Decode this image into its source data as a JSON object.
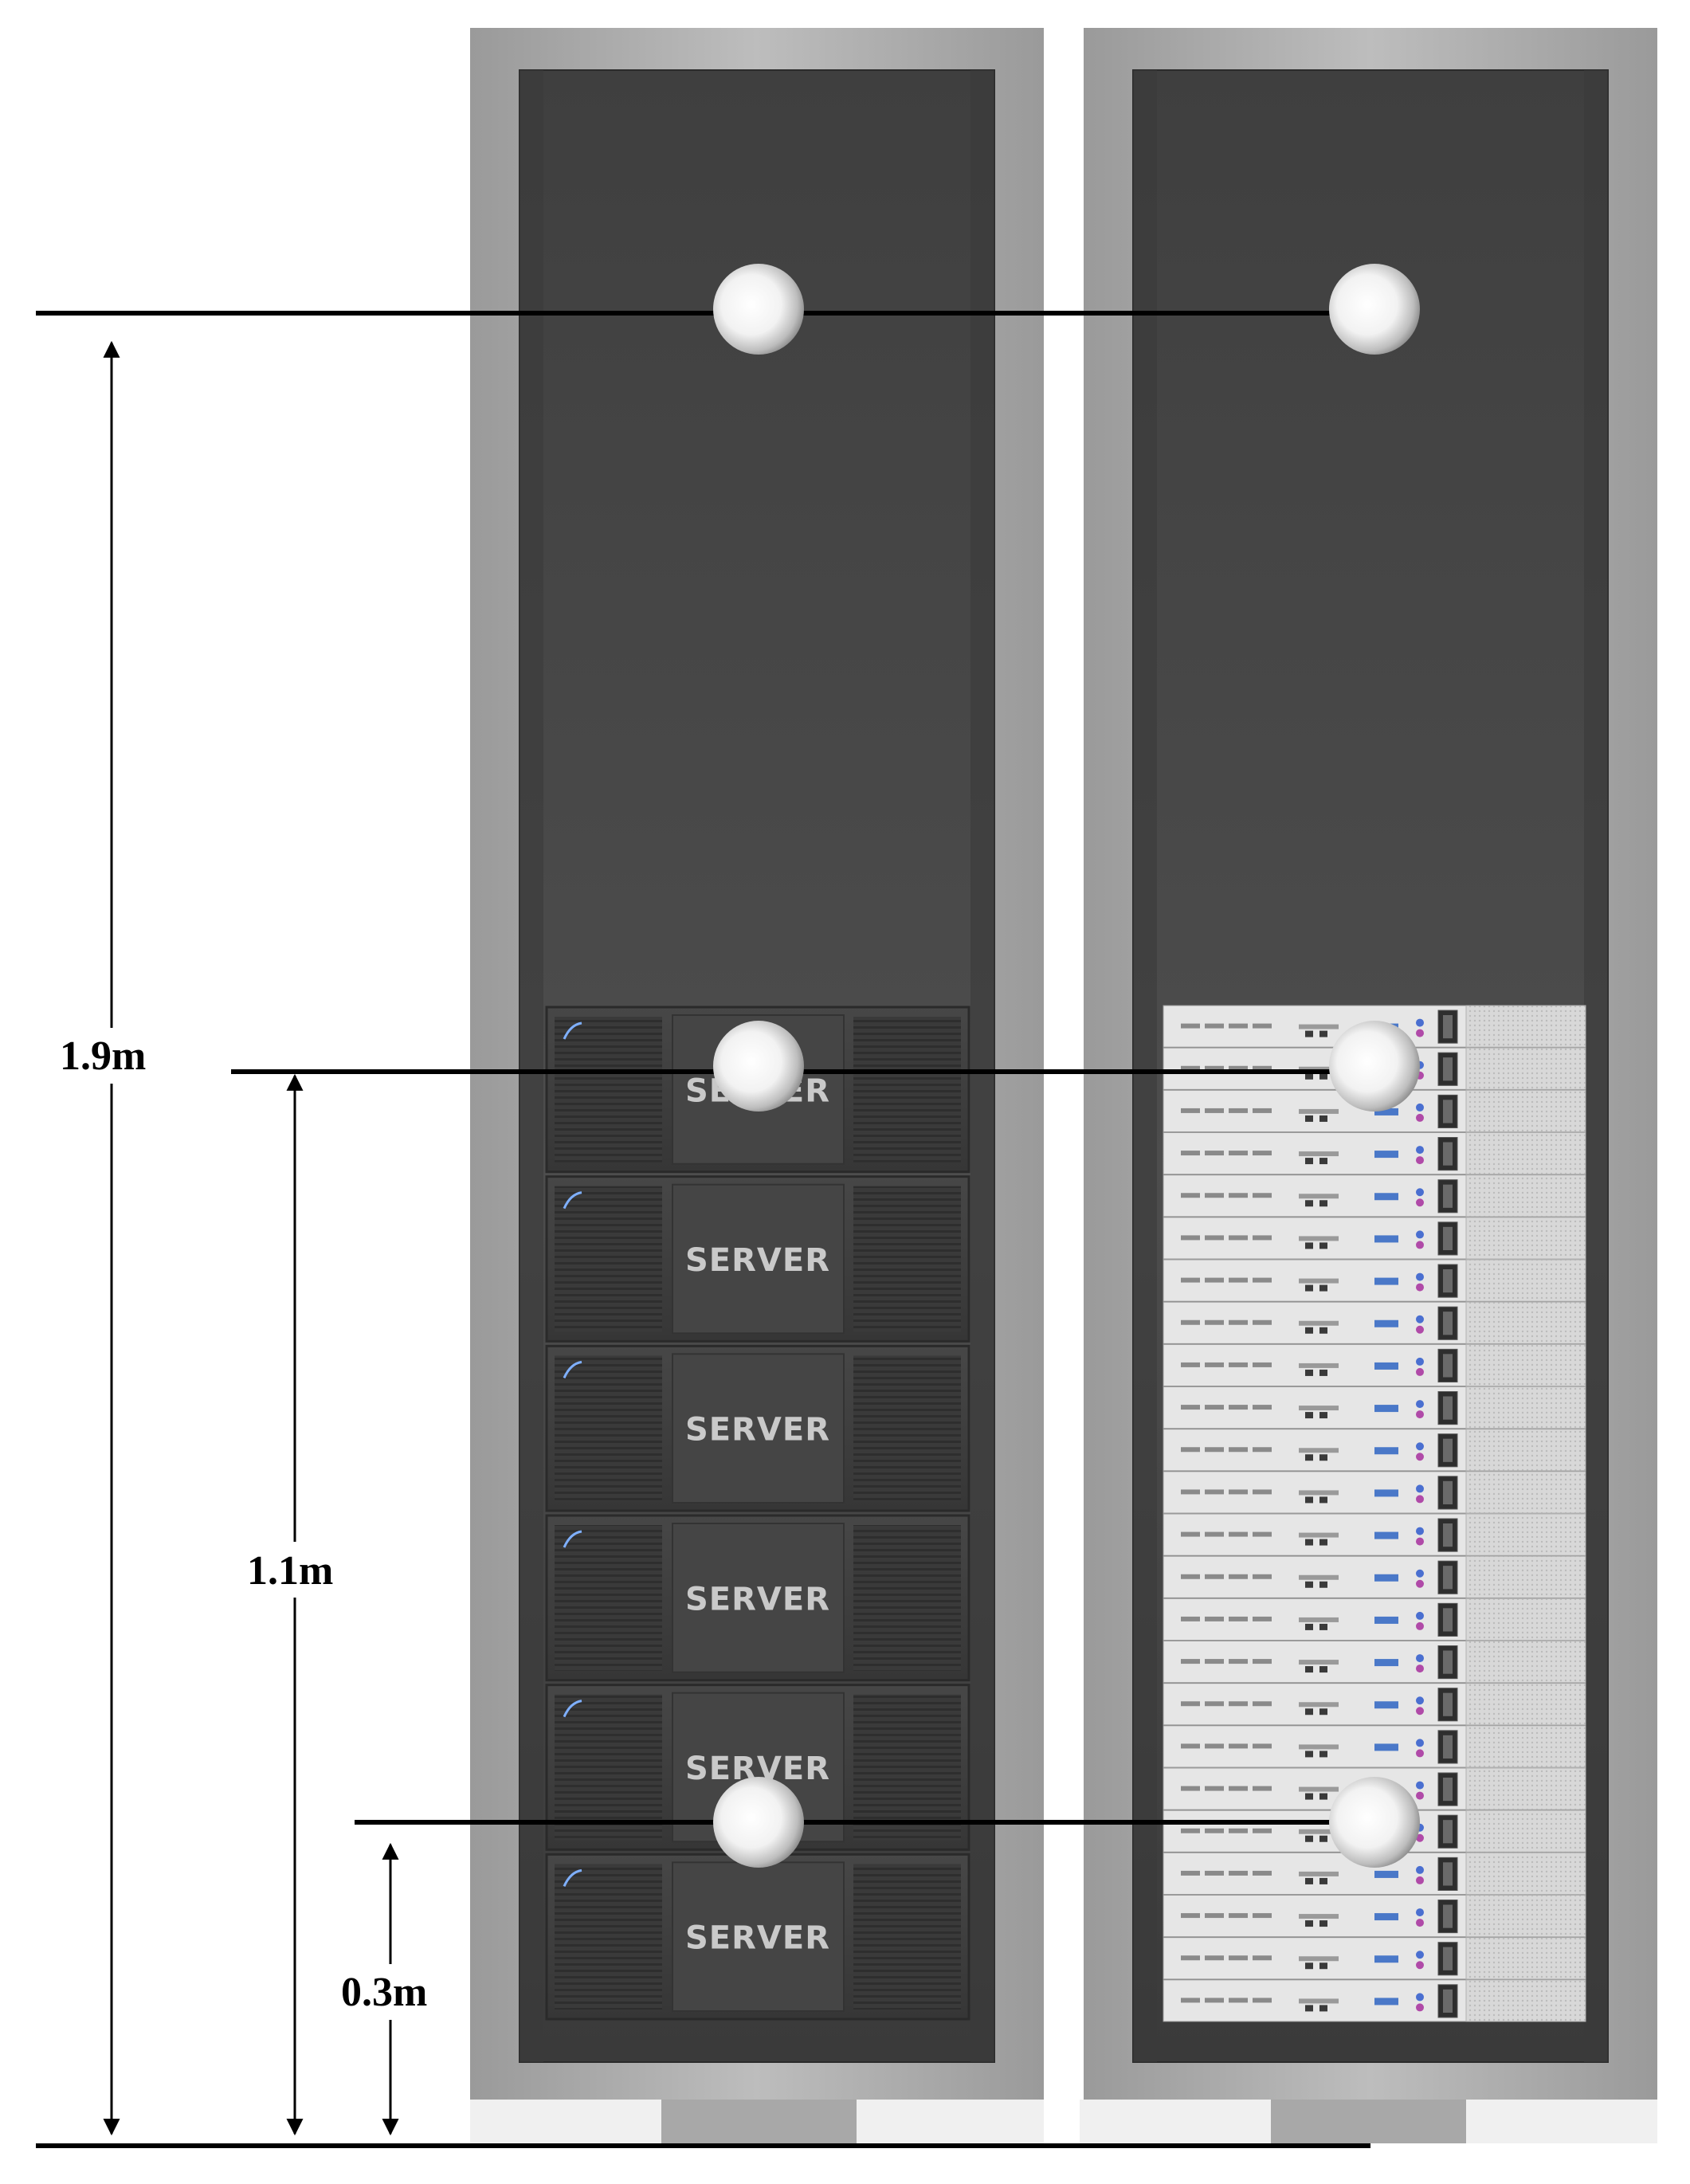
{
  "measurements": [
    {
      "id": "sensor-height-high",
      "label": "1.9m",
      "height_m": 1.9
    },
    {
      "id": "sensor-height-mid",
      "label": "1.1m",
      "height_m": 1.1
    },
    {
      "id": "sensor-height-low",
      "label": "0.3m",
      "height_m": 0.3
    }
  ],
  "racks": [
    {
      "id": "left-rack",
      "equipment": "server-chassis",
      "unit_label": "SERVER",
      "units": 6
    },
    {
      "id": "right-rack",
      "equipment": "1u-server-stack",
      "units": 24
    }
  ],
  "colors": {
    "rack_frame": "#a8a8a8",
    "rack_interior": "#454545",
    "server_face": "#3c3c3c",
    "sensor": "#f0f0f0",
    "line": "#000000"
  }
}
